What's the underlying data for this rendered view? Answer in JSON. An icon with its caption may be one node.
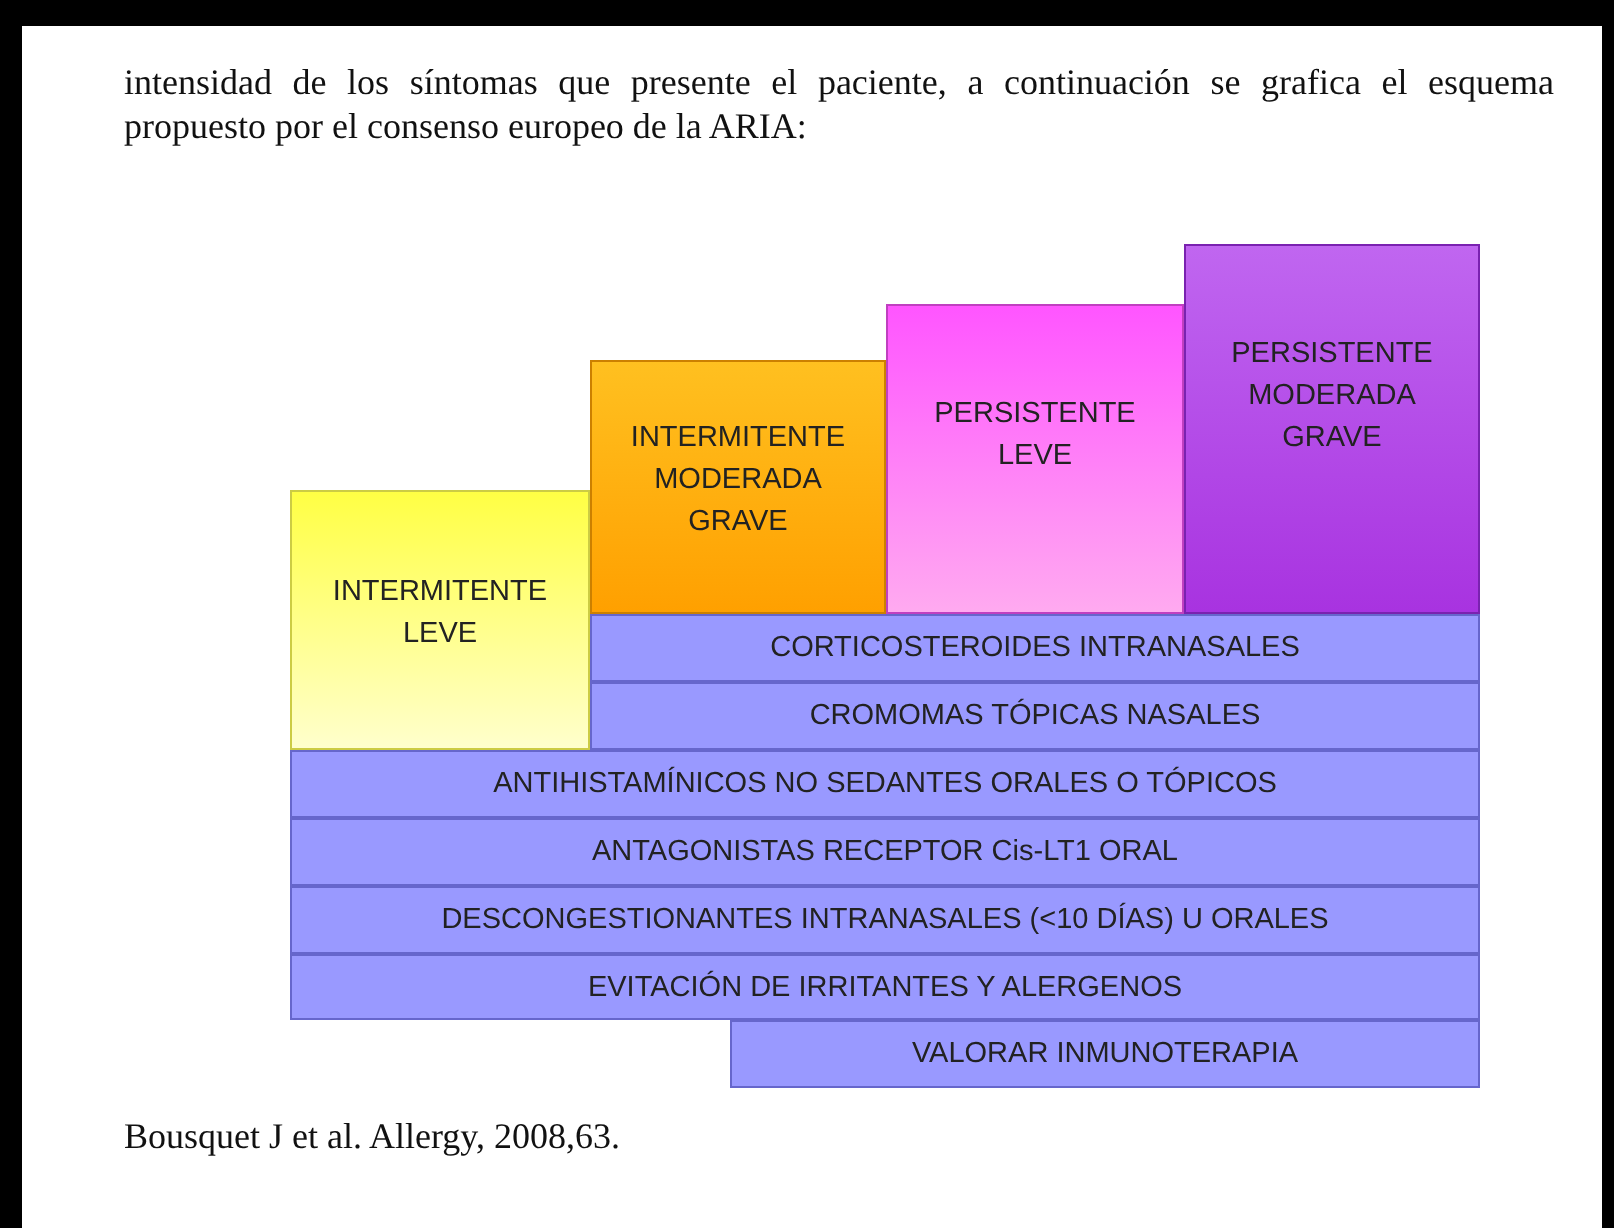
{
  "diagram": {
    "nodes": [
      {
        "text": [
          "PERSISTENTE MODERADA GRAVE"
        ]
      },
      {
        "text": [
          "PERSISTENTE LEVE"
        ]
      },
      {
        "text": [
          "INTERMITENTE MODERADA GRAVE"
        ]
      },
      {
        "text": [
          "INTERMITENTE LEVE"
        ]
      },
      {
        "text": [
          "CORTICOSTEROIDES INTRANASALES"
        ]
      },
      {
        "text": [
          "CROMOMAS TÓPICAS NASALES"
        ]
      },
      {
        "text": [
          "ANTIHISTAMÍNICOS NO SEDANTES ORALES O TÓPICOS"
        ]
      },
      {
        "text": [
          "ANTAGONISTAS RECEPTOR Cis-LT1 ORAL"
        ]
      },
      {
        "text": [
          "DESCONGESTIONANTES INTRANASALES (<10 DÍAS) U ORALES"
        ]
      },
      {
        "text": [
          "EVITACIÓN DE IRRITANTES Y ALERGENOS"
        ]
      },
      {
        "text": [
          "VALORAR INMUNOTERAPIA"
        ]
      }
    ],
    "labels": [
      "intensidad de los síntomas que presente el paciente, a continuación se grafica el esquema propuesto por el consenso europeo de la ARIA:",
      "Bousquet J et al. Allergy, 2008,63."
    ]
  }
}
